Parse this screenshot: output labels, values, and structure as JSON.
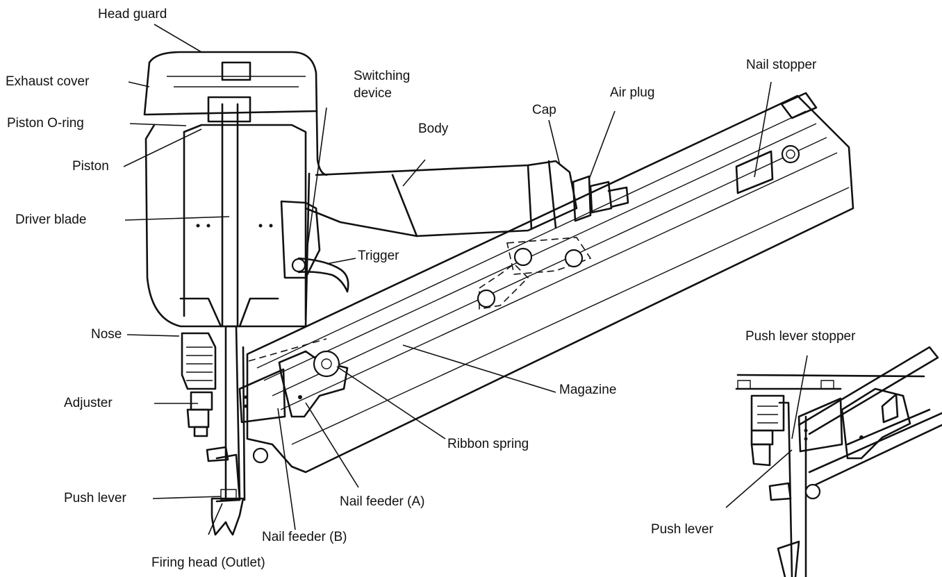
{
  "labels": {
    "head_guard": "Head guard",
    "exhaust_cover": "Exhaust cover",
    "piston_o_ring": "Piston O-ring",
    "piston": "Piston",
    "driver_blade": "Driver blade",
    "nose": "Nose",
    "adjuster": "Adjuster",
    "push_lever": "Push lever",
    "firing_head": "Firing head (Outlet)",
    "switching_device_1": "Switching",
    "switching_device_2": "device",
    "body": "Body",
    "cap": "Cap",
    "air_plug": "Air plug",
    "nail_stopper": "Nail stopper",
    "trigger": "Trigger",
    "magazine": "Magazine",
    "ribbon_spring": "Ribbon spring",
    "nail_feeder_a": "Nail feeder (A)",
    "nail_feeder_b": "Nail feeder (B)",
    "push_lever_stopper": "Push lever stopper",
    "detail_push_lever": "Push lever"
  }
}
